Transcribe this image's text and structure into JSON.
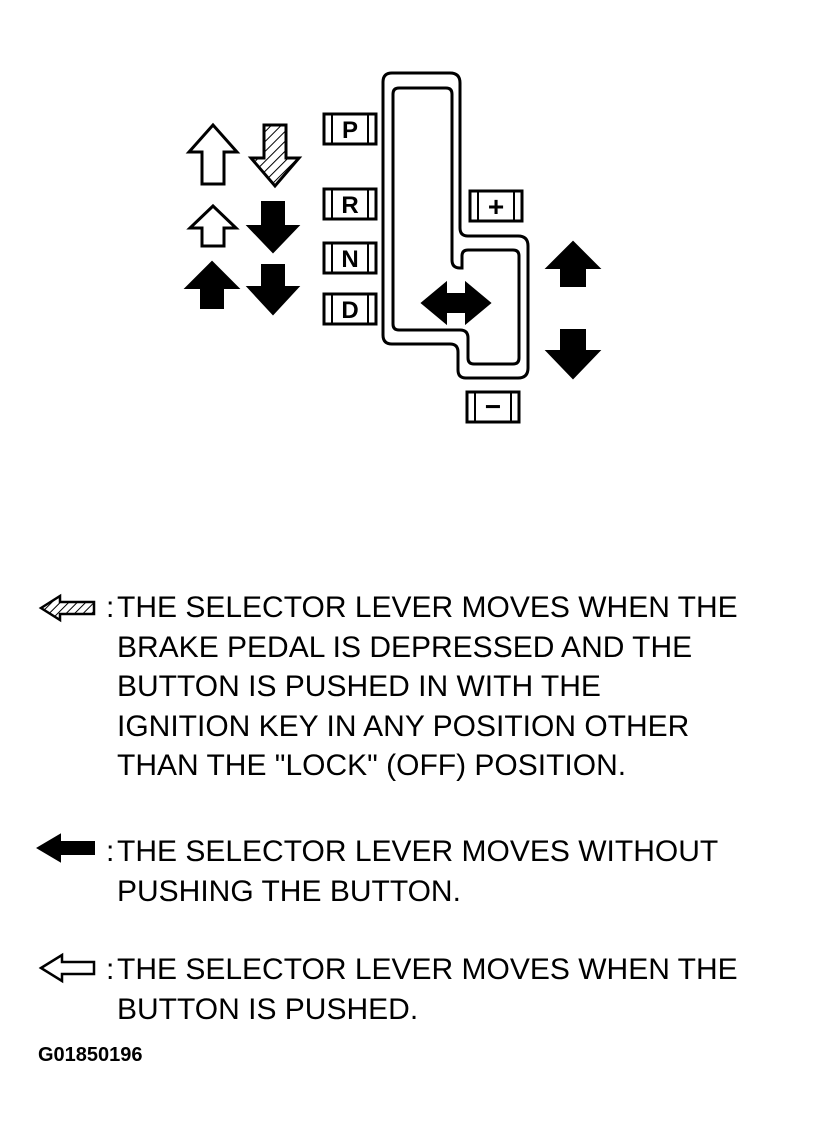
{
  "gate": {
    "positions": [
      "P",
      "R",
      "N",
      "D"
    ],
    "plus": "+",
    "minus": "−"
  },
  "legend": [
    {
      "symbol": "hatched-arrow-icon",
      "colon": ":",
      "text": "THE SELECTOR LEVER MOVES WHEN THE\nBRAKE PEDAL IS DEPRESSED AND THE\nBUTTON IS PUSHED IN WITH THE\nIGNITION KEY IN ANY POSITION OTHER\nTHAN THE \"LOCK\" (OFF) POSITION."
    },
    {
      "symbol": "solid-arrow-icon",
      "colon": ":",
      "text": "THE SELECTOR LEVER MOVES WITHOUT\nPUSHING THE BUTTON."
    },
    {
      "symbol": "outline-arrow-icon",
      "colon": ":",
      "text": "THE SELECTOR LEVER MOVES WHEN THE\nBUTTON IS PUSHED."
    }
  ],
  "figure_id": "G01850196"
}
